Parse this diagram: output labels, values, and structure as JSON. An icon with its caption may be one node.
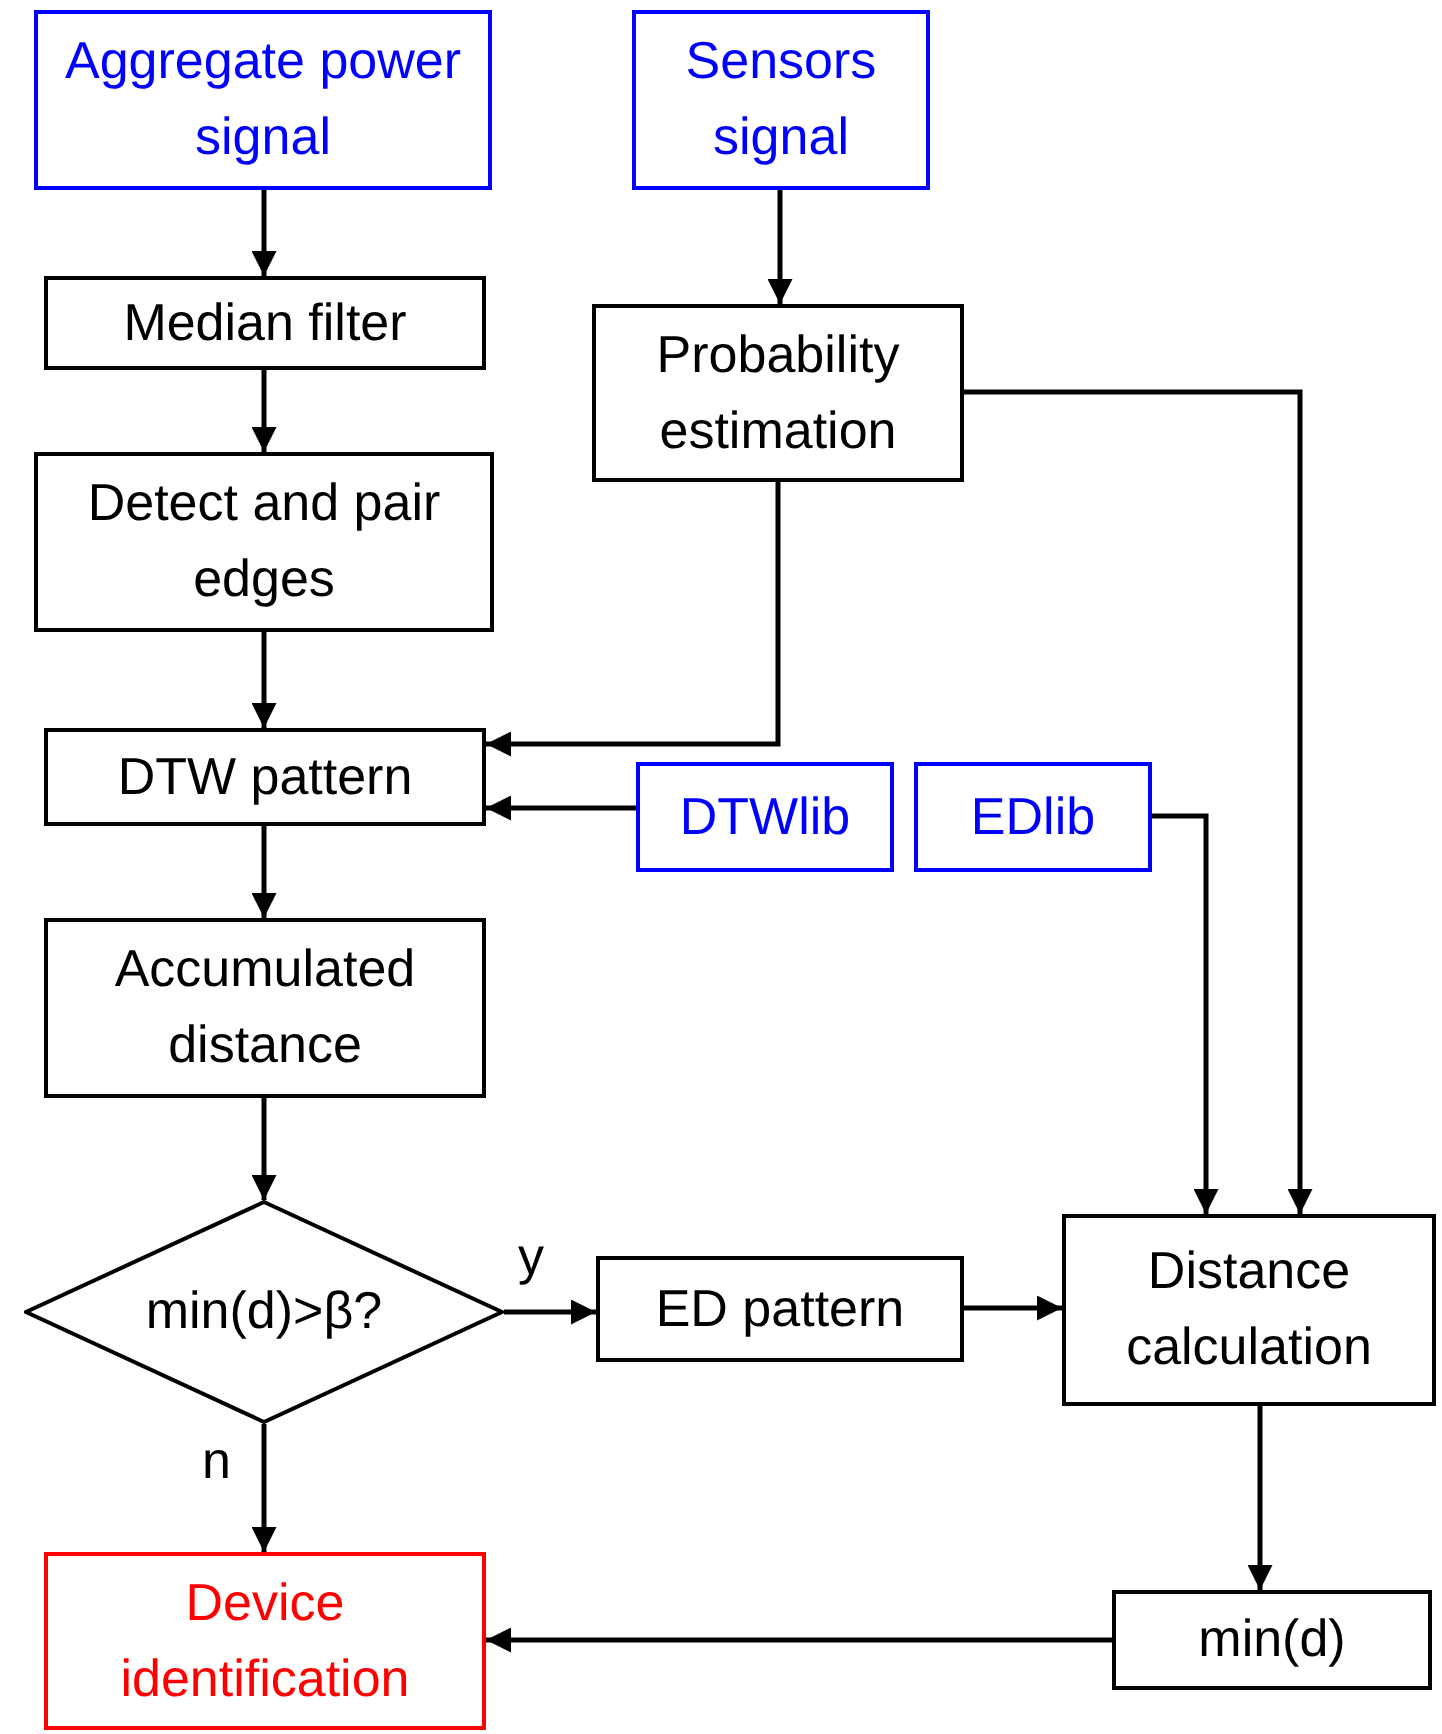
{
  "diagram": {
    "nodes": [
      {
        "text": [
          "Aggregate power signal"
        ]
      },
      {
        "text": [
          "Sensors signal"
        ]
      },
      {
        "text": [
          "Median filter"
        ]
      },
      {
        "text": [
          "Probability estimation"
        ]
      },
      {
        "text": [
          "Detect and pair edges"
        ]
      },
      {
        "text": [
          "DTW pattern"
        ]
      },
      {
        "text": [
          "DTWlib"
        ]
      },
      {
        "text": [
          "EDlib"
        ]
      },
      {
        "text": [
          "Accumulated distance"
        ]
      },
      {
        "text": [
          "min(d)>β?"
        ]
      },
      {
        "text": [
          "ED pattern"
        ]
      },
      {
        "text": [
          "Distance calculation"
        ]
      },
      {
        "text": [
          "Device identification"
        ]
      },
      {
        "text": [
          "min(d)"
        ]
      }
    ],
    "edges": [
      {
        "from": 0,
        "to": 2,
        "arrow": "to"
      },
      {
        "from": 2,
        "to": 4,
        "arrow": "to"
      },
      {
        "from": 4,
        "to": 5,
        "arrow": "to"
      },
      {
        "from": 1,
        "to": 3,
        "arrow": "to"
      },
      {
        "from": 3,
        "to": 5,
        "arrow": "to"
      },
      {
        "from": 6,
        "to": 5,
        "arrow": "to"
      },
      {
        "from": 5,
        "to": 8,
        "arrow": "to"
      },
      {
        "from": 8,
        "to": 9,
        "arrow": "to"
      },
      {
        "from": 9,
        "to": 10,
        "arrow": "to",
        "label": "y"
      },
      {
        "from": 9,
        "to": 12,
        "arrow": "to",
        "label": "n"
      },
      {
        "from": 10,
        "to": 11,
        "arrow": "to"
      },
      {
        "from": 3,
        "to": 11,
        "arrow": "to"
      },
      {
        "from": 7,
        "to": 11,
        "arrow": "to"
      },
      {
        "from": 11,
        "to": 13,
        "arrow": "to"
      },
      {
        "from": 13,
        "to": 12,
        "arrow": "to"
      }
    ]
  }
}
